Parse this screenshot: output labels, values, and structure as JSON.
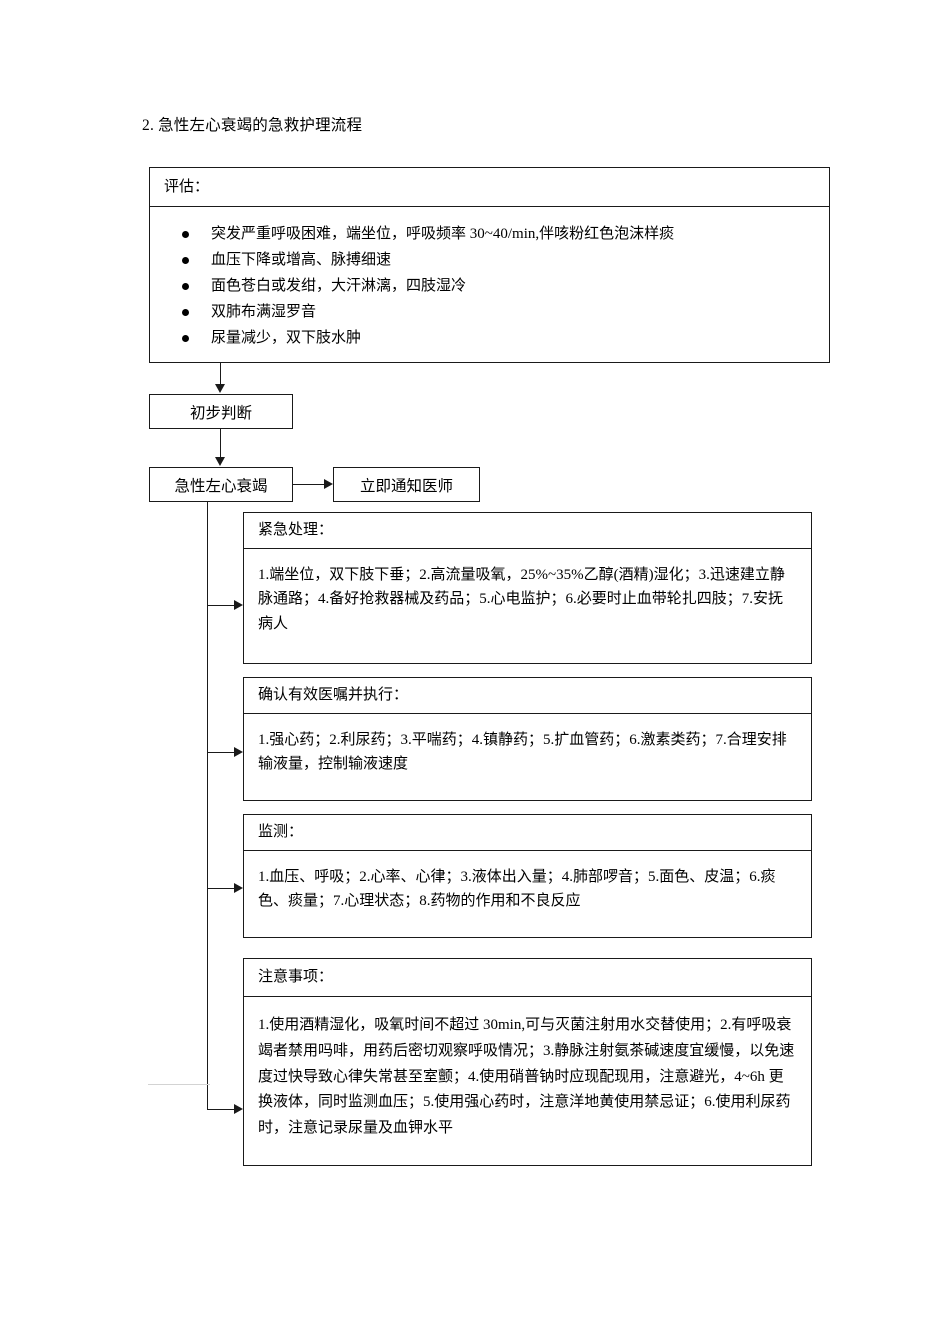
{
  "document": {
    "title": "2. 急性左心衰竭的急救护理流程"
  },
  "assessment": {
    "header": "评估：",
    "items": [
      "突发严重呼吸困难，端坐位，呼吸频率 30~40/min,伴咳粉红色泡沫样痰",
      "血压下降或增高、脉搏细速",
      "面色苍白或发绀，大汗淋漓，四肢湿冷",
      "双肺布满湿罗音",
      "尿量减少，双下肢水肿"
    ]
  },
  "nodes": {
    "initial_judgement": "初步判断",
    "diagnosis": "急性左心衰竭",
    "notify_doctor": "立即通知医师"
  },
  "sections": [
    {
      "id": "emergency",
      "header": "紧急处理：",
      "body": "1.端坐位，双下肢下垂；2.高流量吸氧，25%~35%乙醇(酒精)湿化；3.迅速建立静脉通路；4.备好抢救器械及药品；5.心电监护；6.必要时止血带轮扎四肢；7.安抚病人"
    },
    {
      "id": "orders",
      "header": "确认有效医嘱并执行：",
      "body": "1.强心药；2.利尿药；3.平喘药；4.镇静药；5.扩血管药；6.激素类药；7.合理安排输液量，控制输液速度"
    },
    {
      "id": "monitor",
      "header": "监测：",
      "body": "1.血压、呼吸；2.心率、心律；3.液体出入量；4.肺部啰音；5.面色、皮温；6.痰色、痰量；7.心理状态；8.药物的作用和不良反应"
    },
    {
      "id": "notes",
      "header": "注意事项：",
      "body": "1.使用酒精湿化，吸氧时间不超过 30min,可与灭菌注射用水交替使用；2.有呼吸衰竭者禁用吗啡，用药后密切观察呼吸情况；3.静脉注射氨茶碱速度宜缓慢，以免速度过快导致心律失常甚至室颤；4.使用硝普钠时应现配现用，注意避光，4~6h 更换液体，同时监测血压；5.使用强心药时，注意洋地黄使用禁忌证；6.使用利尿药时，注意记录尿量及血钾水平"
    }
  ],
  "colors": {
    "line": "#1a1a1a",
    "text": "#000000",
    "background": "#ffffff",
    "faint_rule": "#d3d3d3"
  }
}
